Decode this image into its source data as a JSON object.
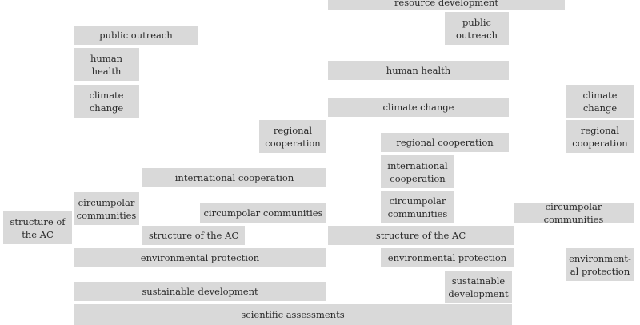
{
  "boxes": [
    {
      "label": "resource development"
    },
    {
      "label": "public outreach"
    },
    {
      "label": "public\noutreach"
    },
    {
      "label": "human\nhealth"
    },
    {
      "label": "human health"
    },
    {
      "label": "climate\nchange"
    },
    {
      "label": "climate change"
    },
    {
      "label": "climate\nchange"
    },
    {
      "label": "regional\ncooperation"
    },
    {
      "label": "regional cooperation"
    },
    {
      "label": "regional\ncooperation"
    },
    {
      "label": "international cooperation"
    },
    {
      "label": "international\ncooperation"
    },
    {
      "label": "circumpolar\ncommunities"
    },
    {
      "label": "circumpolar\ncommunities"
    },
    {
      "label": "circumpolar communities"
    },
    {
      "label": "circumpolar communities"
    },
    {
      "label": "structure of\nthe AC"
    },
    {
      "label": "structure of the AC"
    },
    {
      "label": "structure of the AC"
    },
    {
      "label": "environmental protection"
    },
    {
      "label": "environmental protection"
    },
    {
      "label": "environment-\nal protection"
    },
    {
      "label": "sustainable development"
    },
    {
      "label": "sustainable\ndevelopment"
    },
    {
      "label": "scientific assessments"
    }
  ]
}
